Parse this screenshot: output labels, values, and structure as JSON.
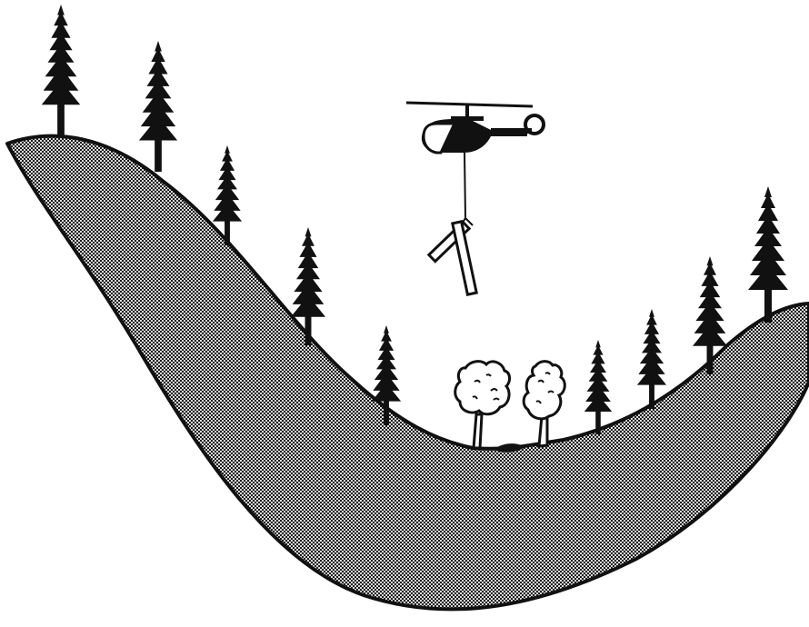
{
  "scene": {
    "colors": {
      "background": "#ffffff",
      "ink": "#111111",
      "ground_dot": "#1a1a1a",
      "ground_base": "#d9d9d9"
    },
    "elements": {
      "valley": "valley-ground",
      "conifers": "conifer-tree",
      "deciduous": "deciduous-tree",
      "helicopter": "helicopter",
      "sling_load": "log-bundle-load",
      "stream": "valley-stream"
    }
  }
}
